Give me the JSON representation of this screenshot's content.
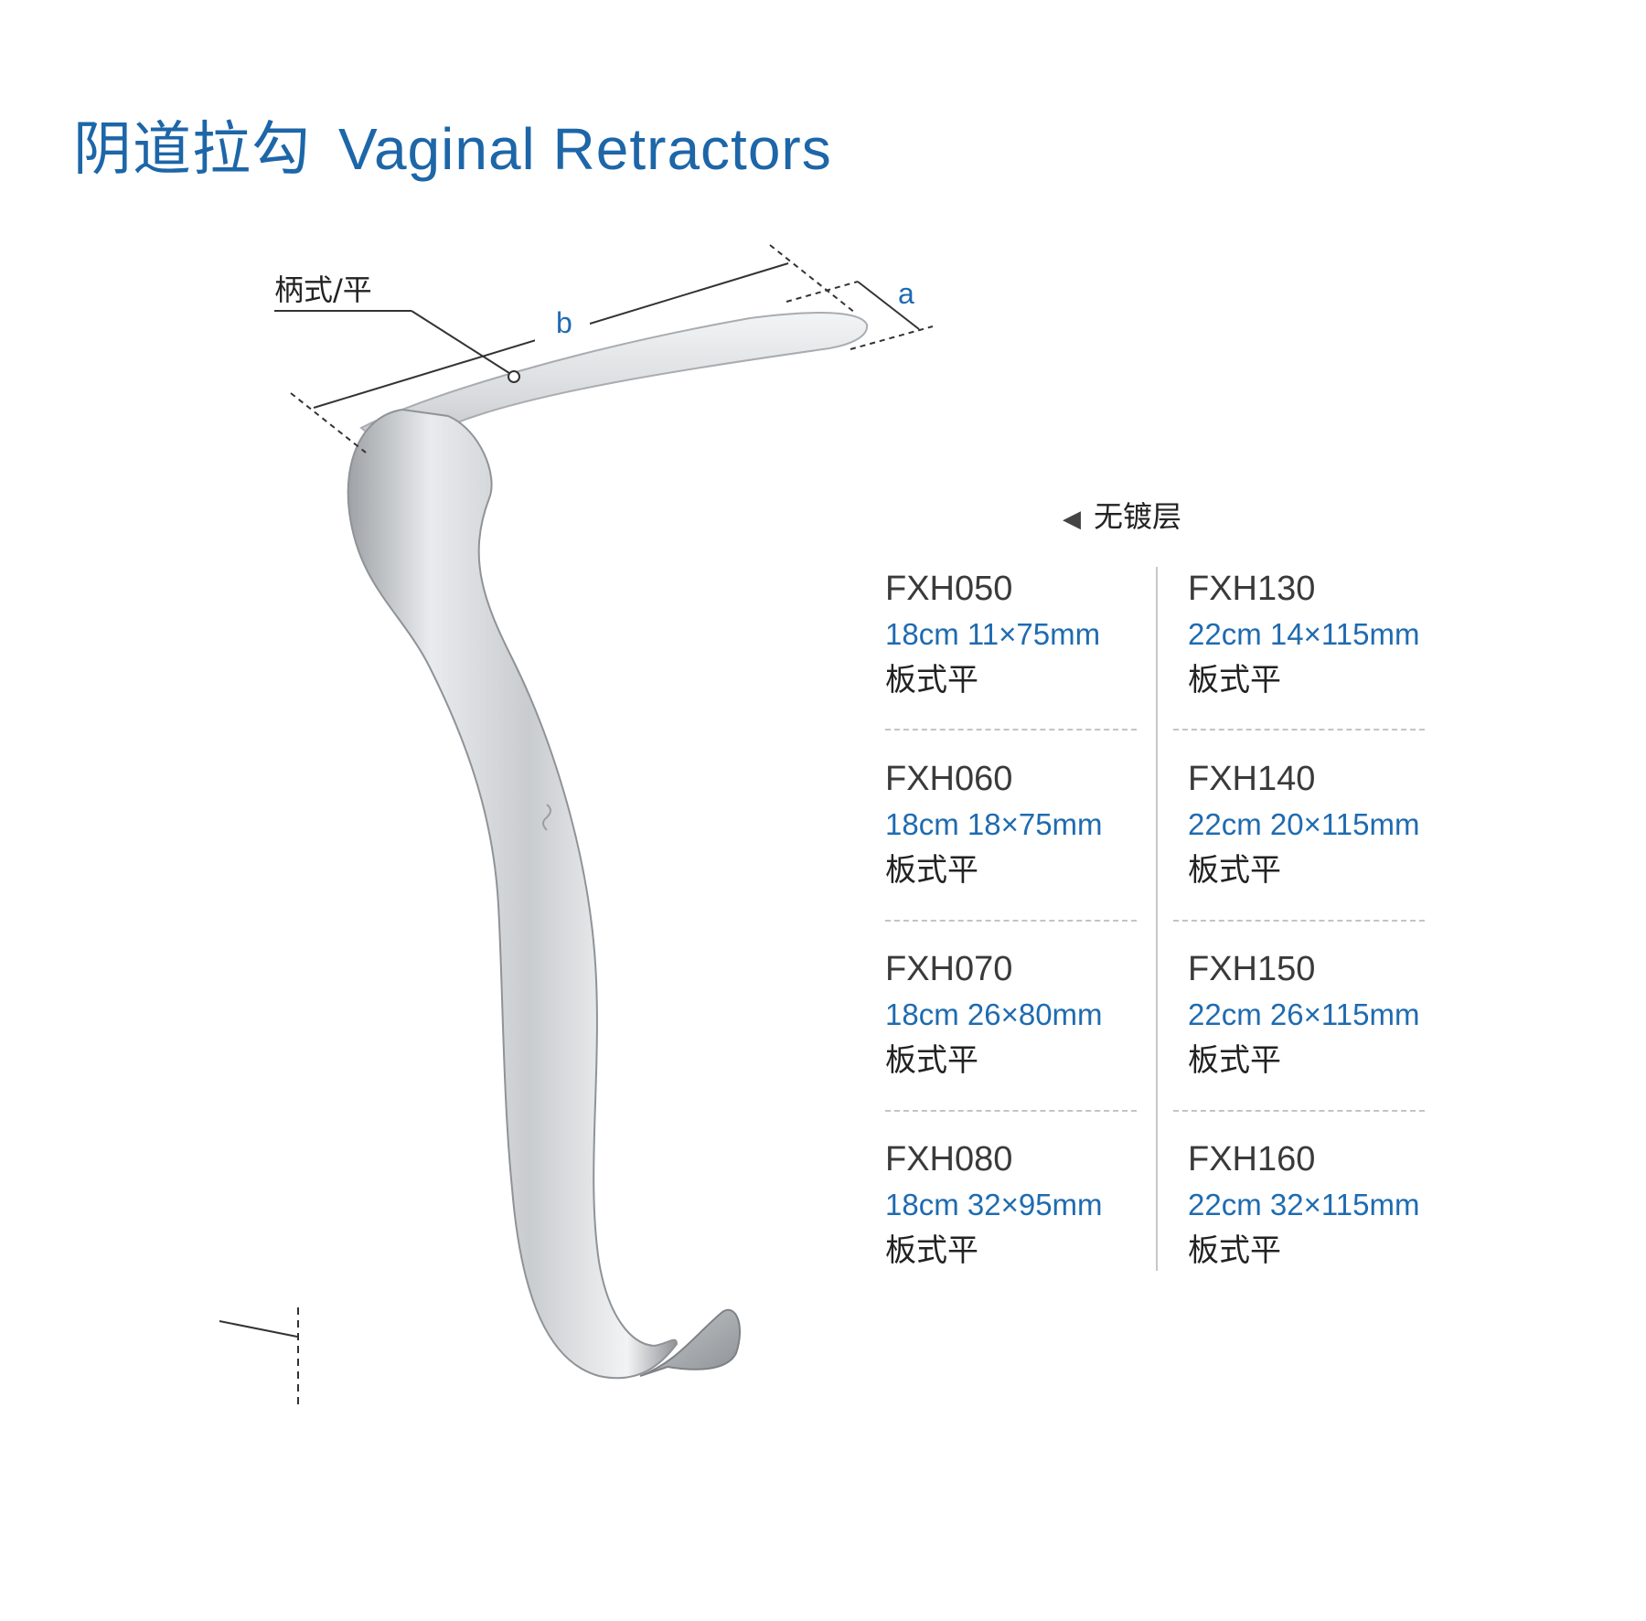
{
  "header": {
    "title_cn": "阴道拉勾",
    "title_en": "Vaginal Retractors"
  },
  "diagram": {
    "handle_label": "柄式/平",
    "dim_a": "a",
    "dim_b": "b"
  },
  "plating_note": {
    "icon": "left-triangle-icon",
    "text": "无镀层"
  },
  "products": {
    "left": [
      {
        "code": "FXH050",
        "spec": "18cm 11×75mm",
        "type": "板式平"
      },
      {
        "code": "FXH060",
        "spec": "18cm 18×75mm",
        "type": "板式平"
      },
      {
        "code": "FXH070",
        "spec": "18cm 26×80mm",
        "type": "板式平"
      },
      {
        "code": "FXH080",
        "spec": "18cm 32×95mm",
        "type": "板式平"
      }
    ],
    "right": [
      {
        "code": "FXH130",
        "spec": "22cm 14×115mm",
        "type": "板式平"
      },
      {
        "code": "FXH140",
        "spec": "22cm 20×115mm",
        "type": "板式平"
      },
      {
        "code": "FXH150",
        "spec": "22cm 26×115mm",
        "type": "板式平"
      },
      {
        "code": "FXH160",
        "spec": "22cm 32×115mm",
        "type": "板式平"
      }
    ]
  },
  "colors": {
    "title_blue": "#1d66a8",
    "spec_blue": "#1f6bb0",
    "code_gray": "#3a3a3a"
  }
}
